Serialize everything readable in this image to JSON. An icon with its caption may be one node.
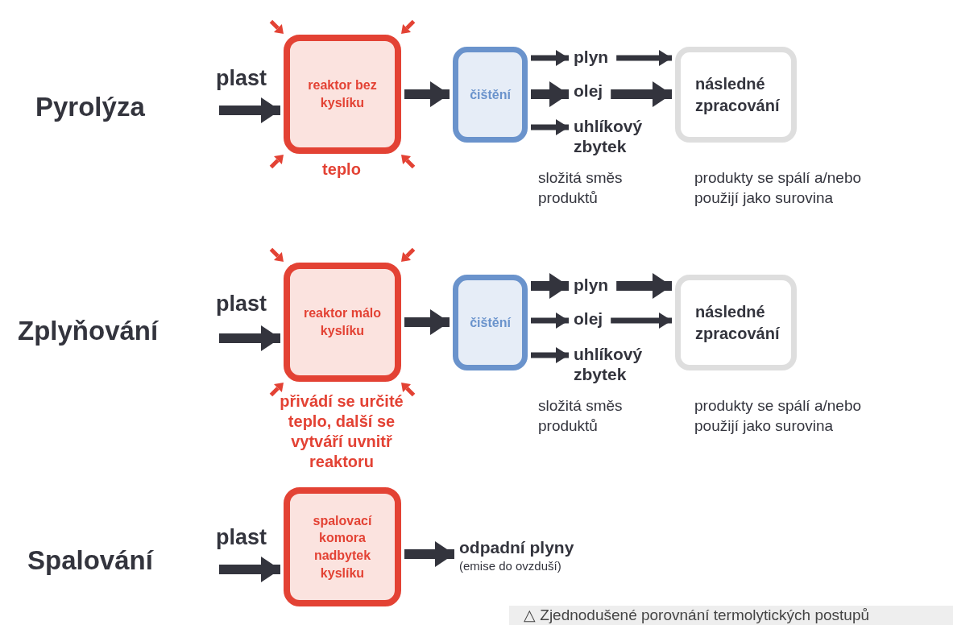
{
  "diagram": {
    "caption": "△ Zjednodušené porovnání termolytických postupů",
    "nodes": [
      {
        "text": [
          "reaktor bez kyslíku"
        ],
        "beside": [
          "teplo"
        ]
      },
      {
        "text": [
          "čištění"
        ]
      },
      {
        "text": [
          "plyn"
        ]
      },
      {
        "text": [
          "olej"
        ]
      },
      {
        "text": [
          "uhlíkový zbytek"
        ]
      },
      {
        "text": [
          "následné zpracování"
        ],
        "beside": [
          "produkty se spálí a/nebo použijí jako surovina"
        ]
      },
      {
        "text": [
          "reaktor málo kyslíku"
        ],
        "beside": [
          "přivádí se určité teplo, další se vytváří uvnitř reaktoru"
        ]
      },
      {
        "text": [
          "čištění"
        ]
      },
      {
        "text": [
          "plyn"
        ]
      },
      {
        "text": [
          "olej"
        ]
      },
      {
        "text": [
          "uhlíkový zbytek"
        ]
      },
      {
        "text": [
          "následné zpracování"
        ],
        "beside": [
          "produkty se spálí a/nebo použijí jako surovina"
        ]
      },
      {
        "text": [
          "spalovací komora nadbytek kyslíku"
        ]
      },
      {
        "text": [
          "odpadní plyny",
          "(emise do ovzduší)"
        ]
      }
    ],
    "edges": [
      {
        "from": null,
        "to": 0,
        "arrow": "to"
      },
      {
        "from": 0,
        "to": 1,
        "arrow": "to"
      },
      {
        "from": 1,
        "to": 2,
        "arrow": "to"
      },
      {
        "from": 1,
        "to": 3,
        "arrow": "to"
      },
      {
        "from": 1,
        "to": 4,
        "arrow": "to"
      },
      {
        "from": 2,
        "to": 5,
        "arrow": "to"
      },
      {
        "from": 3,
        "to": 5,
        "arrow": "to"
      },
      {
        "from": null,
        "to": 6,
        "arrow": "to"
      },
      {
        "from": 6,
        "to": 7,
        "arrow": "to"
      },
      {
        "from": 7,
        "to": 8,
        "arrow": "to"
      },
      {
        "from": 7,
        "to": 9,
        "arrow": "to"
      },
      {
        "from": 7,
        "to": 10,
        "arrow": "to"
      },
      {
        "from": 8,
        "to": 11,
        "arrow": "to"
      },
      {
        "from": 9,
        "to": 11,
        "arrow": "to"
      },
      {
        "from": null,
        "to": 12,
        "arrow": "to"
      },
      {
        "from": 12,
        "to": 13,
        "arrow": "to"
      }
    ],
    "labels": [
      "plast",
      "Pyrolýza",
      "složitá směs produktů",
      "plast",
      "Zplyňování",
      "složitá směs produktů",
      "plast",
      "Spalování"
    ]
  }
}
